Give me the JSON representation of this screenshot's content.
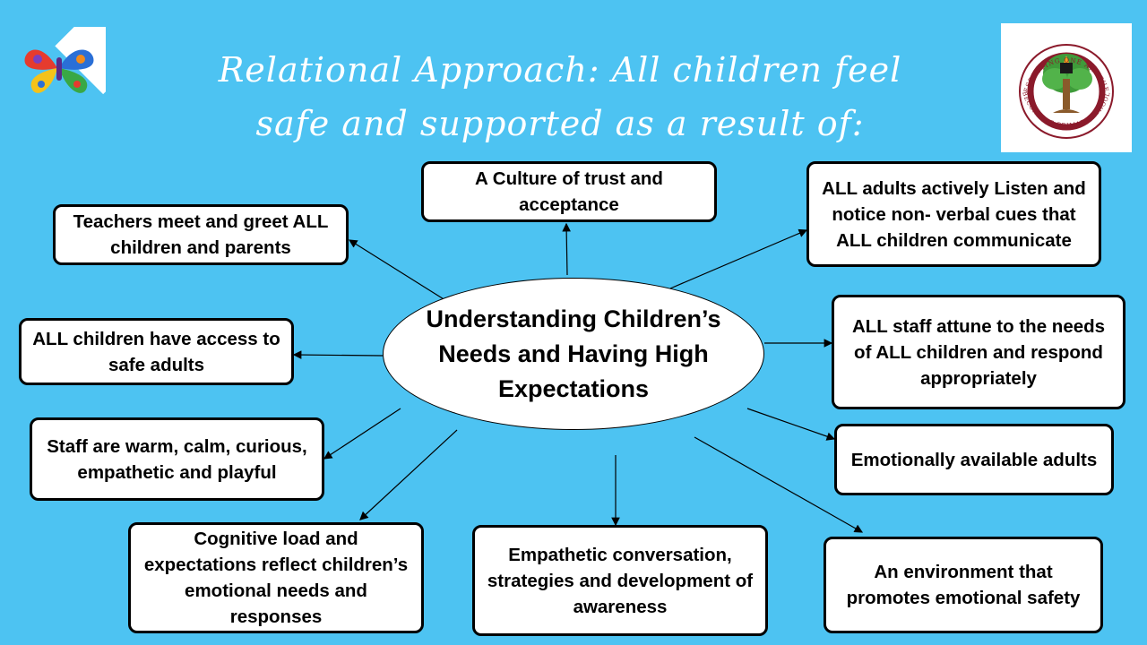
{
  "slide": {
    "title_line1": "Relational Approach: All children feel",
    "title_line2": "safe and supported as a result of:"
  },
  "center": {
    "text": "Understanding Children’s Needs and Having High Expectations"
  },
  "boxes": {
    "culture": "A Culture of trust and acceptance",
    "teachers": "Teachers meet and greet ALL children and parents",
    "listen": "ALL adults actively Listen and notice non- verbal cues that ALL children communicate",
    "safe_adults": "ALL children have access to safe adults",
    "attune": "ALL staff attune to the needs of ALL children and respond appropriately",
    "warm": "Staff are warm, calm, curious, empathetic and playful",
    "emotional": "Emotionally available adults",
    "cognitive": "Cognitive load and expectations reflect children’s emotional needs and responses",
    "empathetic": "Empathetic conversation, strategies and development of awareness",
    "environment": "An environment that promotes emotional safety"
  },
  "logos": {
    "school_arc_top": "RESPECTING ONE ANOTHER",
    "school_arc_bottom": "BECONTREE PRIMARY SCHOOL",
    "left_logo_icon": "puzzle-butterfly-icon"
  },
  "colors": {
    "background": "#4dc3f2",
    "box_fill": "#ffffff",
    "border": "#000000",
    "title_text": "#ffffff",
    "logo_ring": "#8b1a2b",
    "tree_green": "#3f9b3a"
  }
}
